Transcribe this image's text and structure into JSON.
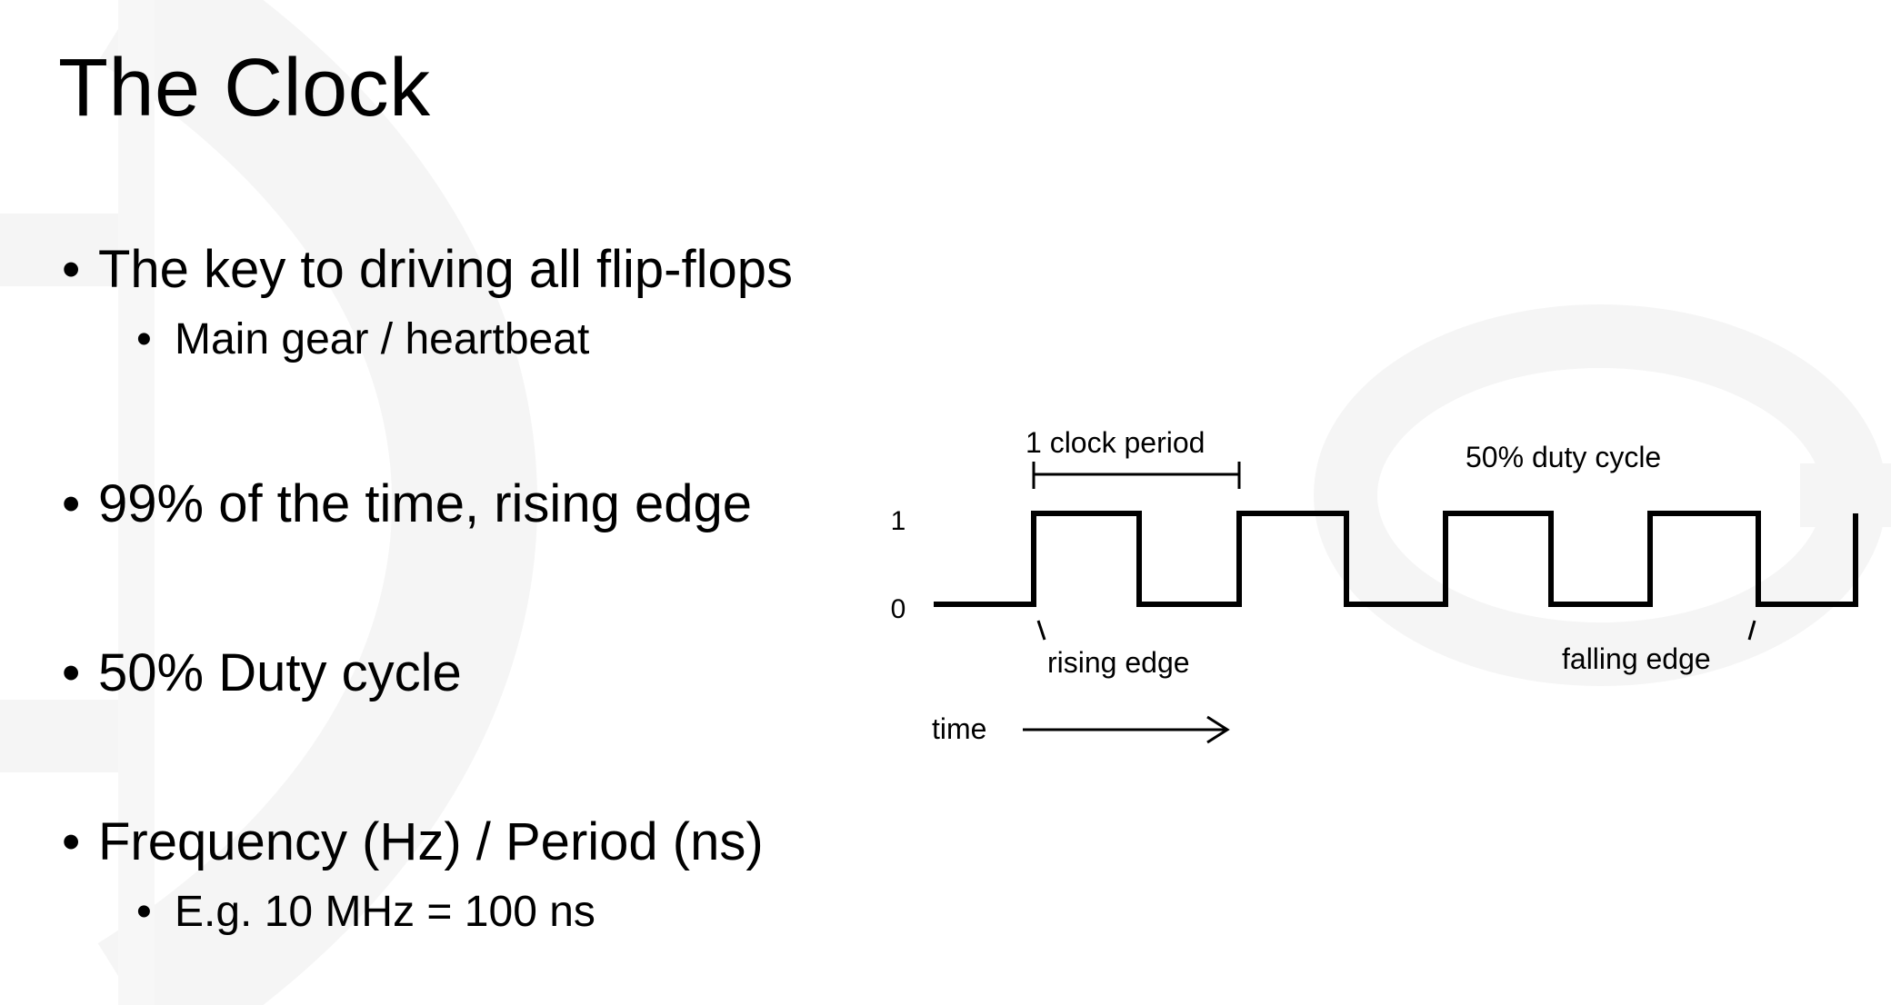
{
  "slide": {
    "title": "The Clock",
    "bullets": [
      {
        "level": 1,
        "text": "The key to driving all flip-flops"
      },
      {
        "level": 2,
        "text": "Main gear / heartbeat"
      },
      {
        "level": 1,
        "text": "99% of the time, rising edge"
      },
      {
        "level": 1,
        "text": "50% Duty cycle"
      },
      {
        "level": 1,
        "text": "Frequency (Hz) / Period (ns)"
      },
      {
        "level": 2,
        "text": "E.g. 10 MHz = 100 ns"
      }
    ]
  },
  "diagram": {
    "level_high_label": "1",
    "level_low_label": "0",
    "period_label": "1 clock period",
    "duty_cycle_label": "50% duty cycle",
    "rising_edge_label": "rising edge",
    "falling_edge_label": "falling edge",
    "time_label": "time",
    "waveform": {
      "pulses": 4,
      "duty_cycle": 0.5
    }
  },
  "colors": {
    "text": "#000000",
    "background": "#ffffff",
    "watermark": "#f5f5f5"
  }
}
